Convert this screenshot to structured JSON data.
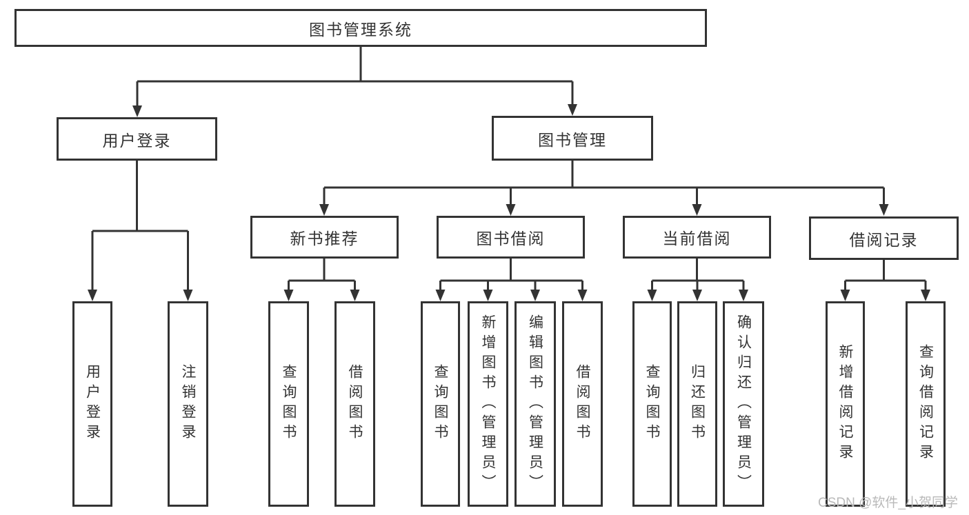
{
  "colors": {
    "line": "#333333",
    "text": "#333333",
    "watermark": "#b9b9b9",
    "background": "#ffffff"
  },
  "watermark": "CSDN @软件_小贺同学",
  "diagram": {
    "root": {
      "label": "图书管理系统"
    },
    "level2": [
      {
        "label": "用户登录"
      },
      {
        "label": "图书管理"
      }
    ],
    "level3": [
      {
        "label": "新书推荐"
      },
      {
        "label": "图书借阅"
      },
      {
        "label": "当前借阅"
      },
      {
        "label": "借阅记录"
      }
    ],
    "leaves": [
      {
        "label": "用户登录"
      },
      {
        "label": "注销登录"
      },
      {
        "label": "查询图书"
      },
      {
        "label": "借阅图书"
      },
      {
        "label": "查询图书"
      },
      {
        "label": "新增图书（管理员）"
      },
      {
        "label": "编辑图书（管理员）"
      },
      {
        "label": "借阅图书"
      },
      {
        "label": "查询图书"
      },
      {
        "label": "归还图书"
      },
      {
        "label": "确认归还（管理员）"
      },
      {
        "label": "新增借阅记录"
      },
      {
        "label": "查询借阅记录"
      }
    ]
  }
}
